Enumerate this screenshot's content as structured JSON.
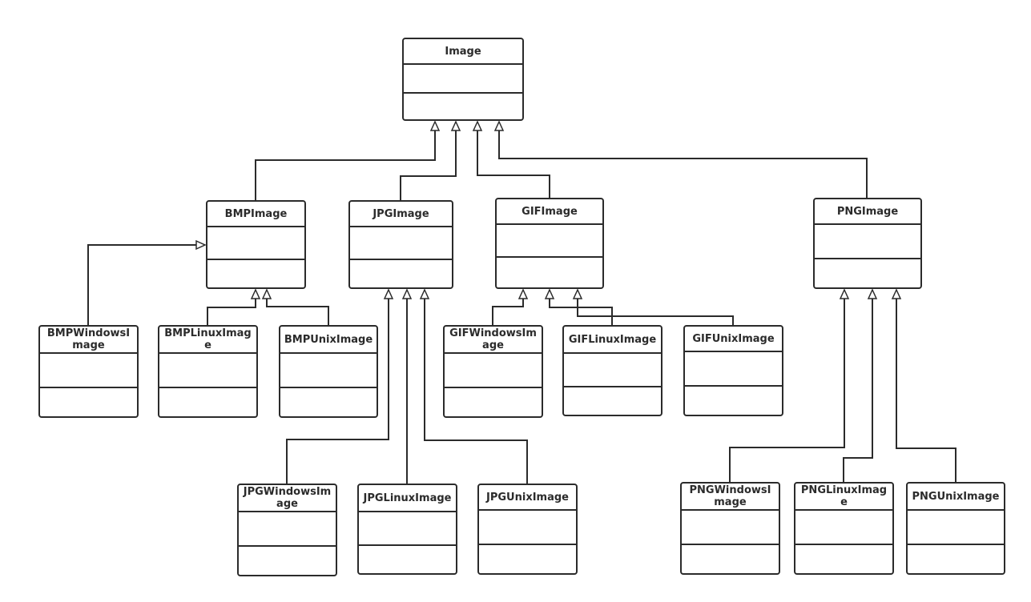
{
  "diagram": {
    "type": "uml-class-diagram",
    "line_color": "#2b2b2b",
    "classes": [
      {
        "id": "image",
        "name": "Image"
      },
      {
        "id": "bmp",
        "name": "BMPImage"
      },
      {
        "id": "jpg",
        "name": "JPGImage"
      },
      {
        "id": "gif",
        "name": "GIFImage"
      },
      {
        "id": "png",
        "name": "PNGImage"
      },
      {
        "id": "bmp_win",
        "name": "BMPWindowsImage"
      },
      {
        "id": "bmp_linux",
        "name": "BMPLinuxImage"
      },
      {
        "id": "bmp_unix",
        "name": "BMPUnixImage"
      },
      {
        "id": "gif_win",
        "name": "GIFWindowsImage"
      },
      {
        "id": "gif_linux",
        "name": "GIFLinuxImage"
      },
      {
        "id": "gif_unix",
        "name": "GIFUnixImage"
      },
      {
        "id": "jpg_win",
        "name": "JPGWindowsImage"
      },
      {
        "id": "jpg_linux",
        "name": "JPGLinuxImage"
      },
      {
        "id": "jpg_unix",
        "name": "JPGUnixImage"
      },
      {
        "id": "png_win",
        "name": "PNGWindowsImage"
      },
      {
        "id": "png_linux",
        "name": "PNGLinuxImage"
      },
      {
        "id": "png_unix",
        "name": "PNGUnixImage"
      }
    ],
    "generalizations": [
      {
        "child": "bmp",
        "parent": "image"
      },
      {
        "child": "jpg",
        "parent": "image"
      },
      {
        "child": "gif",
        "parent": "image"
      },
      {
        "child": "png",
        "parent": "image"
      },
      {
        "child": "bmp_win",
        "parent": "bmp"
      },
      {
        "child": "bmp_linux",
        "parent": "bmp"
      },
      {
        "child": "bmp_unix",
        "parent": "bmp"
      },
      {
        "child": "jpg_win",
        "parent": "jpg"
      },
      {
        "child": "jpg_linux",
        "parent": "jpg"
      },
      {
        "child": "jpg_unix",
        "parent": "jpg"
      },
      {
        "child": "gif_win",
        "parent": "gif"
      },
      {
        "child": "gif_linux",
        "parent": "gif"
      },
      {
        "child": "gif_unix",
        "parent": "gif"
      },
      {
        "child": "png_win",
        "parent": "png"
      },
      {
        "child": "png_linux",
        "parent": "png"
      },
      {
        "child": "png_unix",
        "parent": "png"
      }
    ]
  }
}
